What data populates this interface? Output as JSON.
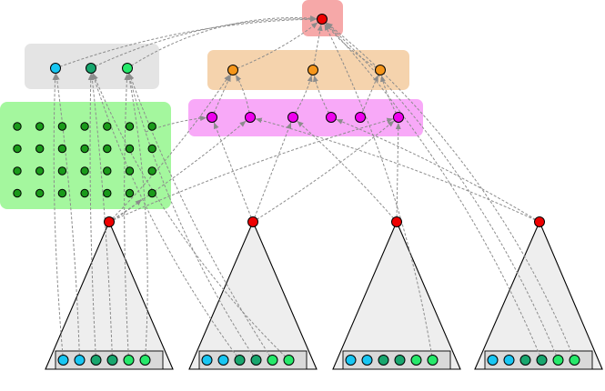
{
  "colors": {
    "background": "#ffffff",
    "root_panel": "#f6a8a8",
    "root_node": "#ee0000",
    "gray_panel": "#e4e4e4",
    "orange_panel": "#f5d3ad",
    "orange_node": "#f5961b",
    "magenta_panel": "#f8a9f8",
    "magenta_node": "#ee00ee",
    "green_panel": "#a4f79e",
    "grid_node": "#1a9a1a",
    "apex_node": "#ee0000",
    "tree_fill": "#eeeeee",
    "tree_stroke": "#000000",
    "leaf_band": "#d9d9d9",
    "edge": "#8c8c8c",
    "leaf_cyan": "#18c6f2",
    "leaf_teal": "#18a66e",
    "leaf_green": "#26e86a"
  },
  "diagram": {
    "gray_group_nodes": [
      "cyan",
      "teal",
      "green"
    ],
    "orange_group_count": 3,
    "magenta_group_count": 6,
    "green_grid": {
      "rows": 4,
      "cols": 7
    },
    "trees": [
      {
        "leaves": [
          "cyan",
          "cyan",
          "teal",
          "teal",
          "green",
          "green"
        ]
      },
      {
        "leaves": [
          "cyan",
          "cyan",
          "teal",
          "teal",
          "green",
          "green"
        ]
      },
      {
        "leaves": [
          "cyan",
          "cyan",
          "teal",
          "teal",
          "green",
          "green"
        ]
      },
      {
        "leaves": [
          "cyan",
          "cyan",
          "teal",
          "teal",
          "green",
          "green"
        ]
      }
    ]
  }
}
